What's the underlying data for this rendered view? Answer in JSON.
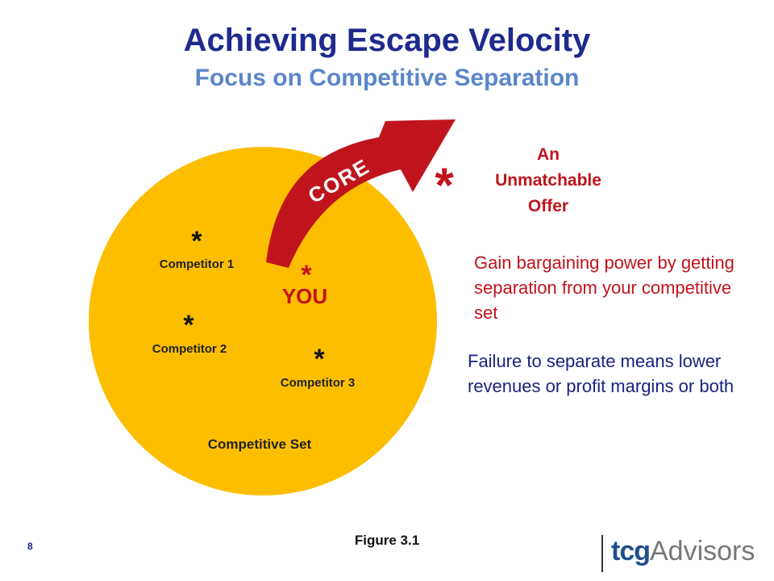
{
  "title": "Achieving Escape Velocity",
  "subtitle": "Focus on Competitive Separation",
  "diagram": {
    "core_label": "CORE",
    "you_label": "YOU",
    "competitors": [
      "Competitor 1",
      "Competitor 2",
      "Competitor 3"
    ],
    "set_label": "Competitive Set",
    "star_glyph": "*",
    "offer_lines": [
      "An",
      "Unmatchable",
      "Offer"
    ]
  },
  "text_blocks": {
    "gain": "Gain bargaining power by getting separation from your competitive set",
    "failure": "Failure to separate means lower revenues or profit margins or both"
  },
  "figure_caption": "Figure 3.1",
  "page_number": "8",
  "logo": {
    "tcg": "tcg",
    "advisors": "Advisors"
  },
  "colors": {
    "circle": "#fdbe00",
    "arrow": "#c0141c",
    "title": "#1f2a8c",
    "subtitle": "#5b86c9",
    "accent_red": "#c0141c"
  }
}
